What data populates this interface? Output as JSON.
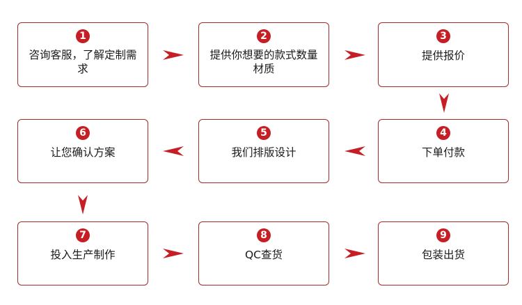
{
  "steps": [
    {
      "number": "1",
      "label": "咨询客服，了解定制需求"
    },
    {
      "number": "2",
      "label": "提供你想要的款式数量 材质"
    },
    {
      "number": "3",
      "label": "提供报价"
    },
    {
      "number": "4",
      "label": "下单付款"
    },
    {
      "number": "5",
      "label": "我们排版设计"
    },
    {
      "number": "6",
      "label": "让您确认方案"
    },
    {
      "number": "7",
      "label": "投入生产制作"
    },
    {
      "number": "8",
      "label": "QC查货"
    },
    {
      "number": "9",
      "label": "包装出货"
    }
  ],
  "colors": {
    "accent": "#c51f25",
    "border": "#a52a2a",
    "text": "#1a1a1a"
  }
}
